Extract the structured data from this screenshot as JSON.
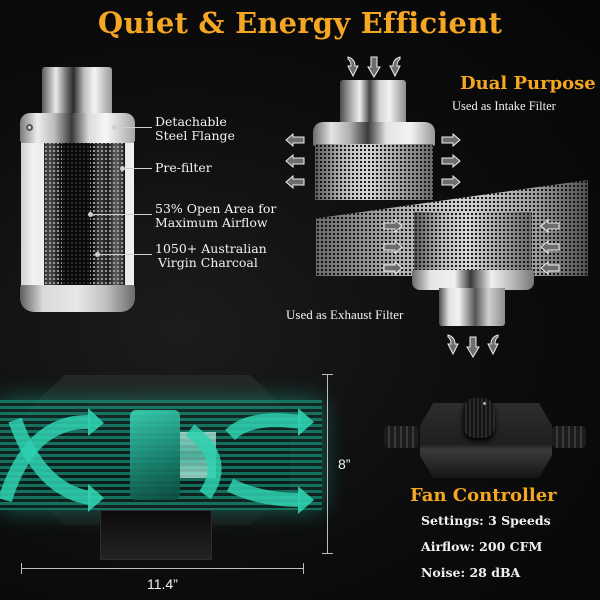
{
  "title": "Quiet & Energy Efficient",
  "colors": {
    "accent": "#f5a623",
    "text": "#f2f2f2",
    "background": "#0b0b0b",
    "airflow_teal": "#1bbfa0"
  },
  "filter_callouts": [
    {
      "line1": "Detachable",
      "line2": "Steel Flange"
    },
    {
      "line1": "Pre-filter",
      "line2": ""
    },
    {
      "line1": "53% Open Area for",
      "line2": "Maximum Airflow"
    },
    {
      "line1": "1050+ Australian",
      "line2": "Virgin Charcoal"
    }
  ],
  "dual_purpose": {
    "title": "Dual Purpose",
    "intake_label": "Used as Intake  Filter",
    "exhaust_label": "Used as Exhaust Filter",
    "arrow_icon": "arrow-icon"
  },
  "fan": {
    "height_label": "8”",
    "length_label": "11.4”"
  },
  "controller": {
    "title": "Fan Controller",
    "specs": [
      {
        "label": "Settings",
        "value": "3 Speeds",
        "text": "Settings: 3 Speeds"
      },
      {
        "label": "Airflow",
        "value": "200 CFM",
        "text": "Airflow: 200 CFM"
      },
      {
        "label": "Noise",
        "value": "28 dBA",
        "text": "Noise: 28 dBA"
      }
    ]
  }
}
